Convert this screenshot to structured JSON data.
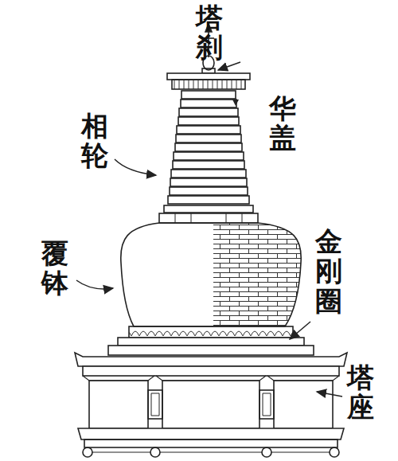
{
  "diagram": {
    "labels": [
      "塔刹",
      "华盖",
      "相轮",
      "覆钵",
      "金刚圈",
      "塔座"
    ]
  }
}
